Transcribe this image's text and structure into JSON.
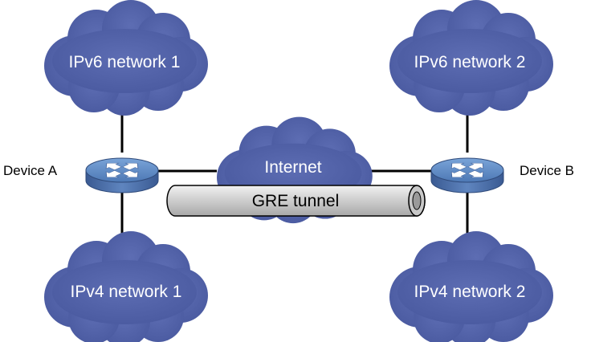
{
  "clouds": {
    "ipv6_net1": "IPv6 network 1",
    "ipv6_net2": "IPv6 network 2",
    "ipv4_net1": "IPv4 network 1",
    "ipv4_net2": "IPv4 network 2",
    "internet": "Internet"
  },
  "devices": {
    "a": "Device A",
    "b": "Device B"
  },
  "tunnel": {
    "label": "GRE tunnel"
  },
  "colors": {
    "cloud": "#4f5fa6",
    "router_top": "#5b86c2",
    "router_side": "#3f5f98",
    "tunnel_fill": "#d4d4d4",
    "line": "#000000"
  }
}
